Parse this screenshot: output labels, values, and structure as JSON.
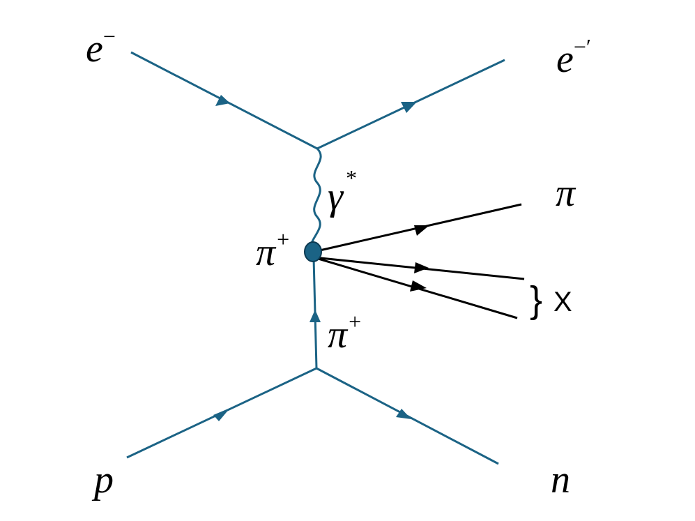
{
  "colors": {
    "lepton_line": "#1b6385",
    "hadron_line": "#000000",
    "vertex_fill": "#1b6385",
    "text": "#000000"
  },
  "labels": {
    "electron_in": "e",
    "electron_in_sup": "−",
    "electron_out": "e",
    "electron_out_sup": "−′",
    "photon": "γ",
    "photon_sup": "*",
    "pion_vertex": "π",
    "pion_vertex_sup": "+",
    "pion_exchange": "π",
    "pion_exchange_sup": "+",
    "pion_out": "π",
    "x_brace": "}",
    "x_label": "X",
    "proton_in": "p",
    "neutron_out": "n"
  }
}
